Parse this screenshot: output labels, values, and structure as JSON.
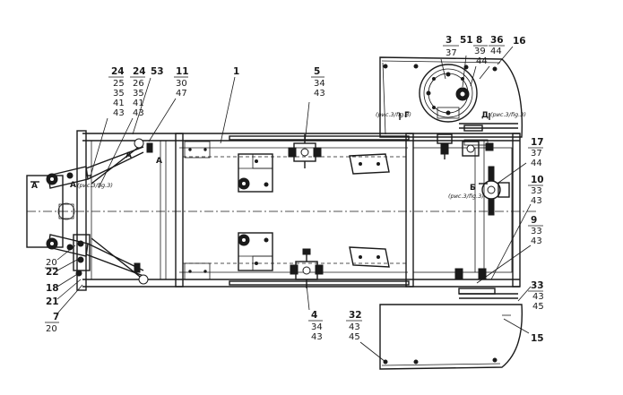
{
  "callouts": {
    "c3": [
      "3",
      "37"
    ],
    "c51": [
      "51"
    ],
    "c8": [
      "8",
      "39",
      "44"
    ],
    "c36": [
      "36",
      "44"
    ],
    "c16": [
      "16"
    ],
    "c24a": [
      "24",
      "25",
      "35",
      "41",
      "43"
    ],
    "c24b": [
      "24",
      "26",
      "35",
      "41",
      "43"
    ],
    "c53": [
      "53"
    ],
    "c11": [
      "11",
      "30",
      "47"
    ],
    "c1": [
      "1"
    ],
    "c5": [
      "5",
      "34",
      "43"
    ],
    "c17": [
      "17",
      "37",
      "44"
    ],
    "c10": [
      "10",
      "33",
      "43"
    ],
    "c9": [
      "9",
      "33",
      "43"
    ],
    "c33": [
      "33",
      "43",
      "45"
    ],
    "c15": [
      "15"
    ],
    "c32": [
      "32",
      "43",
      "45"
    ],
    "c4": [
      "4",
      "34",
      "43"
    ],
    "c20a": [
      "20"
    ],
    "c22": [
      "22"
    ],
    "c18": [
      "18"
    ],
    "c21": [
      "21"
    ],
    "c7": [
      "7",
      "20"
    ]
  },
  "section_marks": {
    "A": "А",
    "B": "Б",
    "G": "Г",
    "D": "Д"
  },
  "view_refs": {
    "fig3": "(рис.3/fig.3)"
  }
}
